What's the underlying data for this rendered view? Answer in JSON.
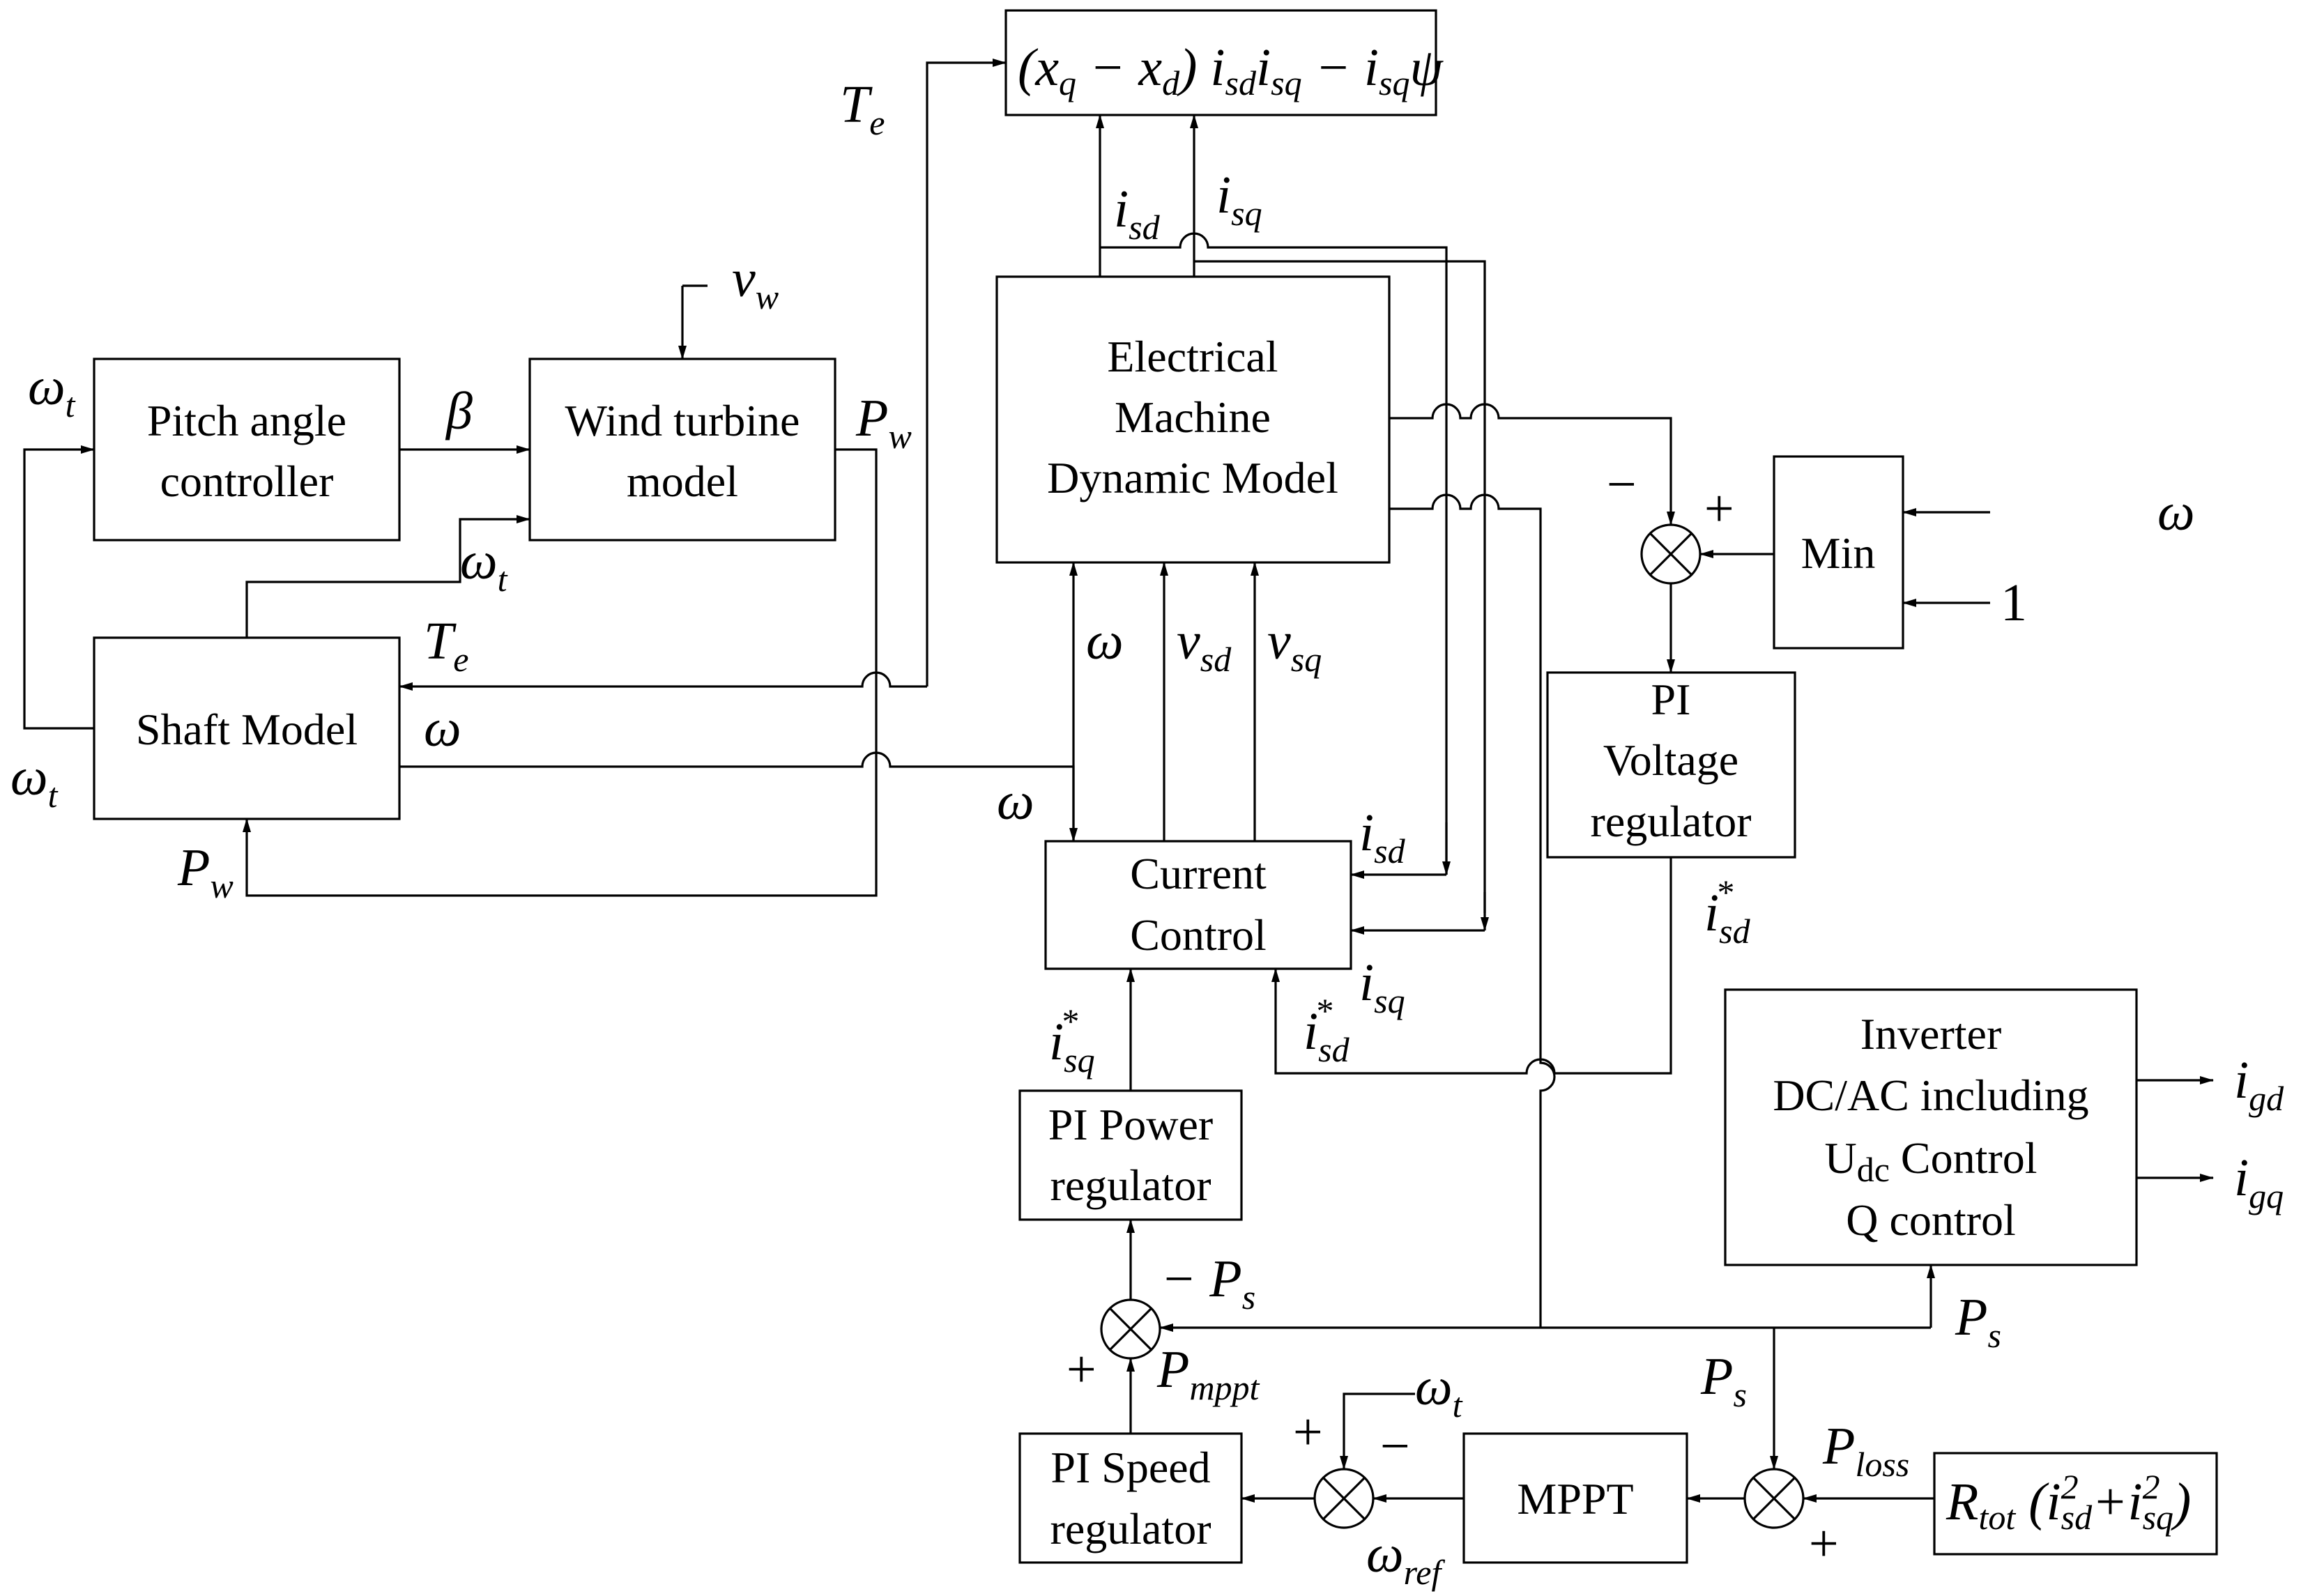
{
  "blocks": {
    "torque_formula": "(x_q − x_d) i_sd i_sq − i_sq ψ",
    "pitch_controller": [
      "Pitch angle",
      "controller"
    ],
    "wind_turbine": [
      "Wind turbine",
      "model"
    ],
    "electrical_machine": [
      "Electrical",
      "Machine",
      "Dynamic Model"
    ],
    "shaft_model": "Shaft Model",
    "min_block": "Min",
    "pi_voltage": [
      "PI",
      "Voltage",
      "regulator"
    ],
    "current_control": [
      "Current",
      "Control"
    ],
    "inverter": [
      "Inverter",
      "DC/AC including",
      "U",
      "dc",
      " Control",
      "Q control"
    ],
    "pi_power": [
      "PI Power",
      "regulator"
    ],
    "pi_speed": [
      "PI Speed",
      "regulator"
    ],
    "mppt": "MPPT"
  },
  "symbols": {
    "omega": "ω",
    "omega_t_sub": "t",
    "beta": "β",
    "psi": "ψ",
    "v": "v",
    "T": "T",
    "P": "P",
    "i": "i",
    "R": "R",
    "star": "*",
    "one": "1",
    "minus": "−",
    "plus": "+",
    "sub_w": "w",
    "sub_e": "e",
    "sub_sd": "sd",
    "sub_sq": "sq",
    "sub_s": "s",
    "sub_mppt": "mppt",
    "sub_ref": "ref",
    "sub_loss": "loss",
    "sub_gd": "gd",
    "sub_gq": "gq",
    "sub_tot": "tot",
    "x": "x",
    "sub_q": "q",
    "sub_d": "d",
    "sup_2": "2"
  }
}
